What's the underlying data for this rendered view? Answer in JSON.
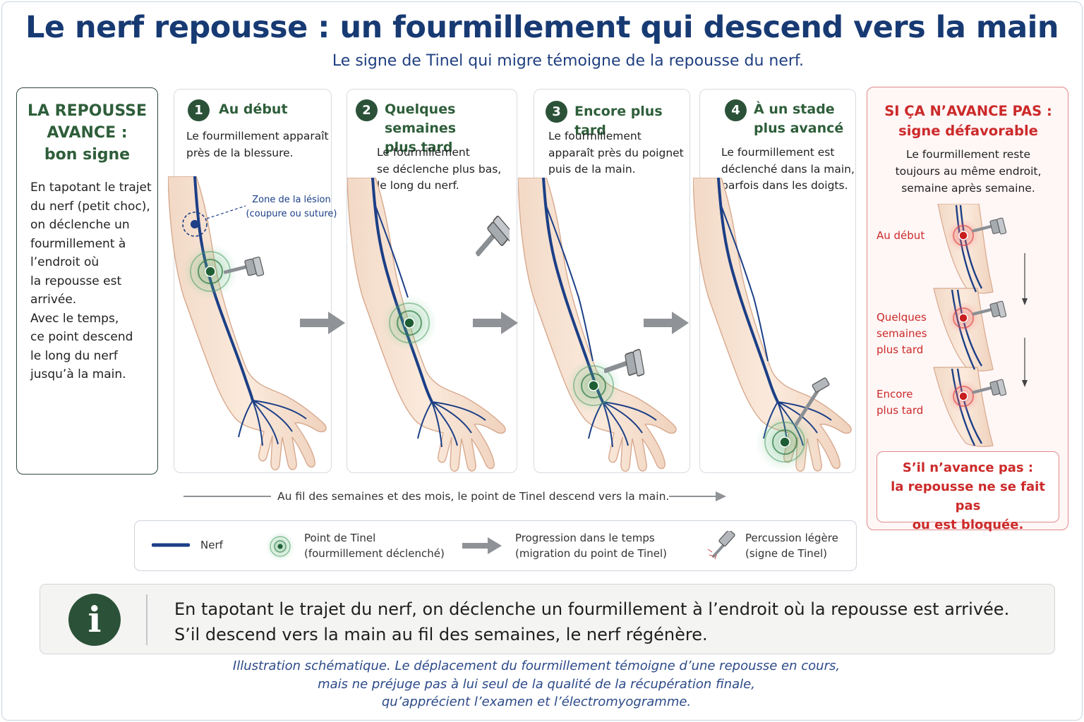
{
  "title": "Le nerf repousse : un fourmillement qui descend vers la main",
  "subtitle": "Le signe de Tinel qui migre témoigne de  la repousse du nerf.",
  "left_box": {
    "head1": "LA REPOUSSE",
    "head2": "AVANCE :",
    "head3": "bon signe",
    "lines": [
      "En tapotant le trajet",
      "du nerf (petit choc),",
      "on déclenche un",
      "fourmillement à",
      "l’endroit où",
      "la repousse est",
      "arrivée.",
      "Avec le temps,",
      "ce point descend",
      "le long du nerf",
      "jusqu’à la main."
    ]
  },
  "stages": [
    {
      "num": "1",
      "title": [
        "Au début"
      ],
      "text": [
        "Le fourmillement apparaît",
        "près de la blessure."
      ]
    },
    {
      "num": "2",
      "title": [
        "Quelques semaines",
        "plus tard"
      ],
      "text": [
        "Le fourmillement",
        "se déclenche plus bas,",
        "le long du nerf."
      ]
    },
    {
      "num": "3",
      "title": [
        "Encore plus tard"
      ],
      "text": [
        "Le fourmillement",
        "apparaît près du poignet",
        "puis de la main."
      ]
    },
    {
      "num": "4",
      "title": [
        "À un stade",
        "plus avancé"
      ],
      "text": [
        "Le fourmillement est",
        "déclenché dans la main,",
        "parfois dans les doigts."
      ]
    }
  ],
  "lesion_label": [
    "Zone de la lésion",
    "(coupure ou suture)"
  ],
  "red_box": {
    "head": [
      "SI ÇA N’AVANCE PAS :",
      "signe défavorable"
    ],
    "text": [
      "Le fourmillement reste",
      "toujours au même endroit,",
      "semaine après semaine."
    ],
    "labels": [
      [
        "Au début"
      ],
      [
        "Quelques",
        "semaines",
        "plus tard"
      ],
      [
        "Encore",
        "plus tard"
      ]
    ],
    "conclusion": [
      "S’il n’avance pas :",
      "la repousse ne se fait pas",
      "ou est bloquée."
    ]
  },
  "timeline_text": "Au fil des semaines et des mois, le point de Tinel descend vers la main.",
  "legend": {
    "nerve": "Nerf",
    "tinel": [
      "Point de Tinel",
      "(fourmillement déclenché)"
    ],
    "progress": [
      "Progression dans le temps",
      "(migration du point de Tinel)"
    ],
    "percussion": [
      "Percussion légère",
      "(signe de Tinel)"
    ]
  },
  "info": {
    "icon": "i",
    "lines": [
      "En tapotant le trajet du nerf, on déclenche un fourmillement à l’endroit où la repousse est arrivée.",
      "S’il descend vers la main au fil des semaines, le nerf régénère."
    ]
  },
  "footnote": [
    "Illustration schématique. Le déplacement du fourmillement témoigne d’une repousse en cours,",
    "mais ne préjuge pas à lui seul de la qualité de la récupération finale,",
    "qu’apprécient l’examen et l’électromyogramme."
  ],
  "colors": {
    "nerve": "#1c3f86",
    "tinel": "#2f7a45",
    "accent_red": "#cc2a2a",
    "title_blue": "#173a73",
    "green_head": "#2e5e3a"
  }
}
